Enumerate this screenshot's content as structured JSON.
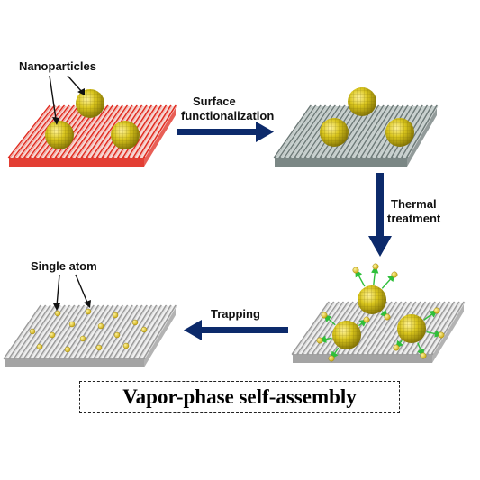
{
  "labels": {
    "nanoparticles": "Nanoparticles",
    "surface_line1": "Surface",
    "surface_line2": "functionalization",
    "thermal_line1": "Thermal",
    "thermal_line2": "treatment",
    "trapping": "Trapping",
    "single_atom": "Single atom",
    "title": "Vapor-phase self-assembly"
  },
  "colors": {
    "arrow": "#0c2a6b",
    "nanoparticle": "#d9c51c",
    "nanoparticle_dark": "#8a7a05",
    "substrate_red": "#e0291d",
    "substrate_grey": "#6d7a78",
    "substrate_white": "#d8d8d8",
    "atom": "#e2c41c",
    "atom_arrow": "#2fbf3a"
  }
}
